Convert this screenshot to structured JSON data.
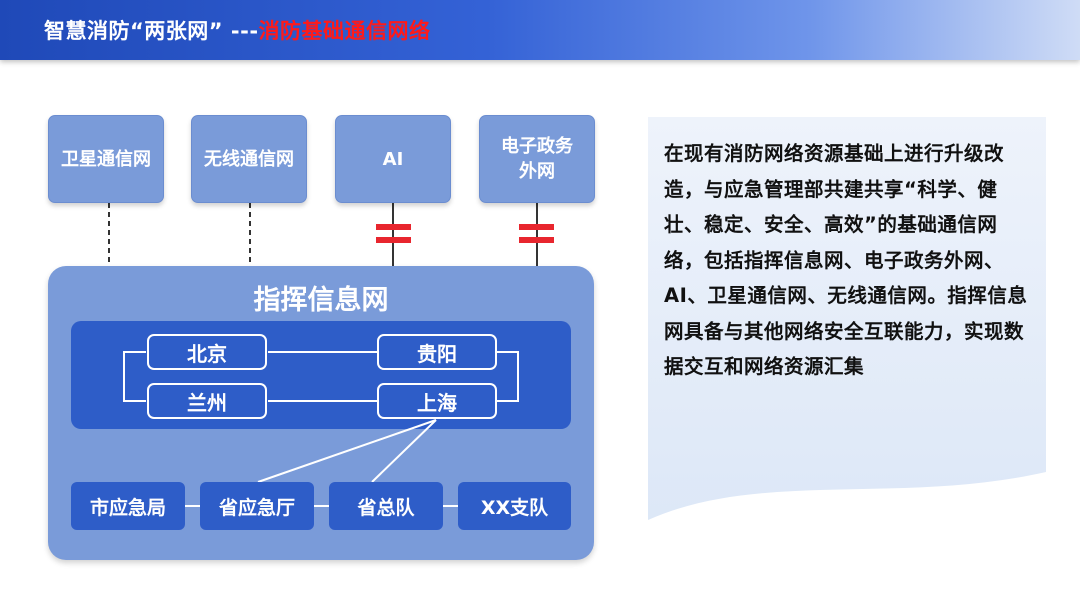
{
  "header": {
    "title_main": "智慧消防“两张网” ---",
    "title_accent": "消防基础通信网络",
    "colors": {
      "bar": "#2a55c7",
      "accent": "#ff1a1a"
    }
  },
  "diagram": {
    "top_nodes": [
      {
        "label": "卫星通信网",
        "link": "dashed"
      },
      {
        "label": "无线通信网",
        "link": "dashed"
      },
      {
        "label": "AI",
        "link": "isolated"
      },
      {
        "label": "电子政务外网",
        "link": "isolated"
      }
    ],
    "main_title": "指挥信息网",
    "cities": [
      "北京",
      "贵阳",
      "兰州",
      "上海"
    ],
    "units": [
      "市应急局",
      "省应急厅",
      "省总队",
      "XX支队"
    ],
    "colors": {
      "panel": "#7a9bd9",
      "inner": "#2e5dc8",
      "isolation_mark": "#e8262e"
    }
  },
  "description": {
    "text": "在现有消防网络资源基础上进行升级改造，与应急管理部共建共享“科学、健壮、稳定、安全、高效”的基础通信网络，包括指挥信息网、电子政务外网、AI、卫星通信网、无线通信网。指挥信息网具备与其他网络安全互联能力，实现数据交互和网络资源汇集"
  }
}
